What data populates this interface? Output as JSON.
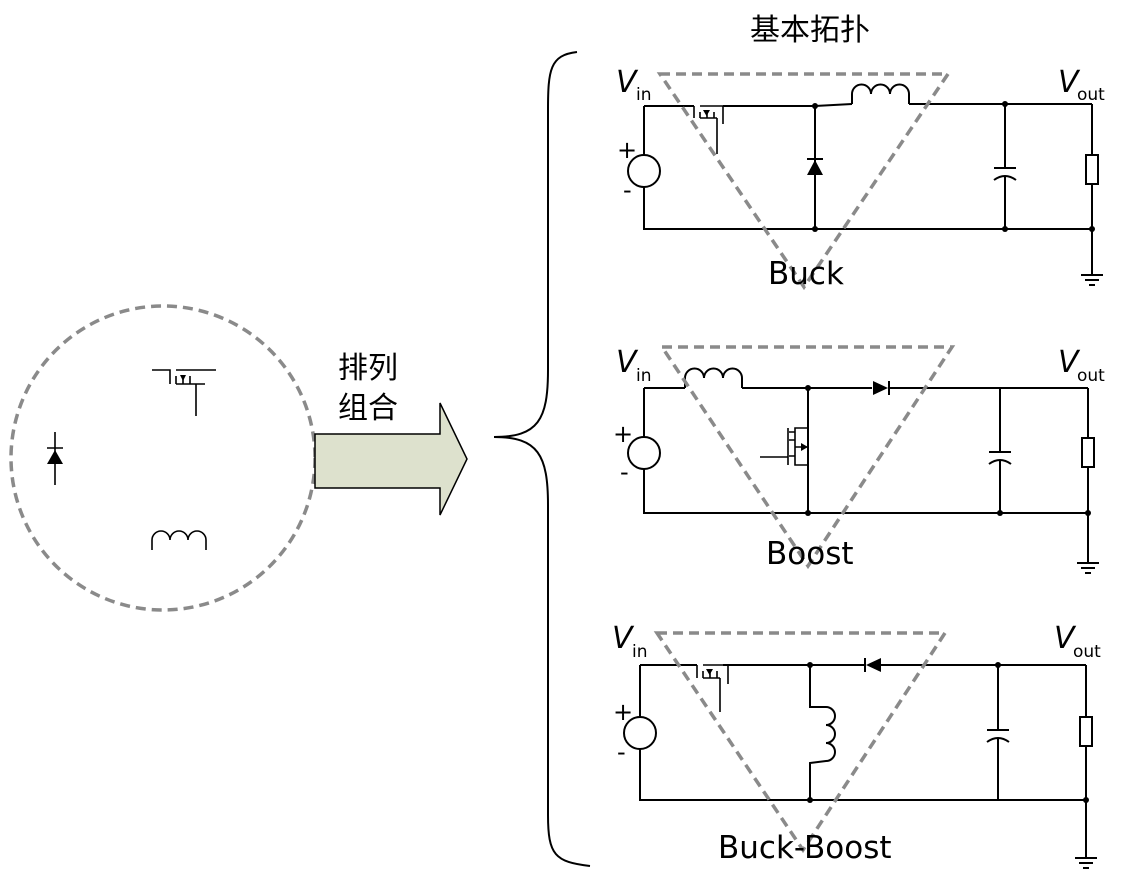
{
  "title": "基本拓扑",
  "arrow_label_line1": "排列",
  "arrow_label_line2": "组合",
  "voltage_symbol": "V",
  "vin_sub": "in",
  "vout_sub": "out",
  "plus": "+",
  "minus": "-",
  "topologies": [
    {
      "name": "Buck"
    },
    {
      "name": "Boost"
    },
    {
      "name": "Buck-Boost"
    }
  ],
  "colors": {
    "dashed_outline": "#8a8a8a",
    "arrow_fill": "#dde1cd",
    "line": "#000000"
  }
}
